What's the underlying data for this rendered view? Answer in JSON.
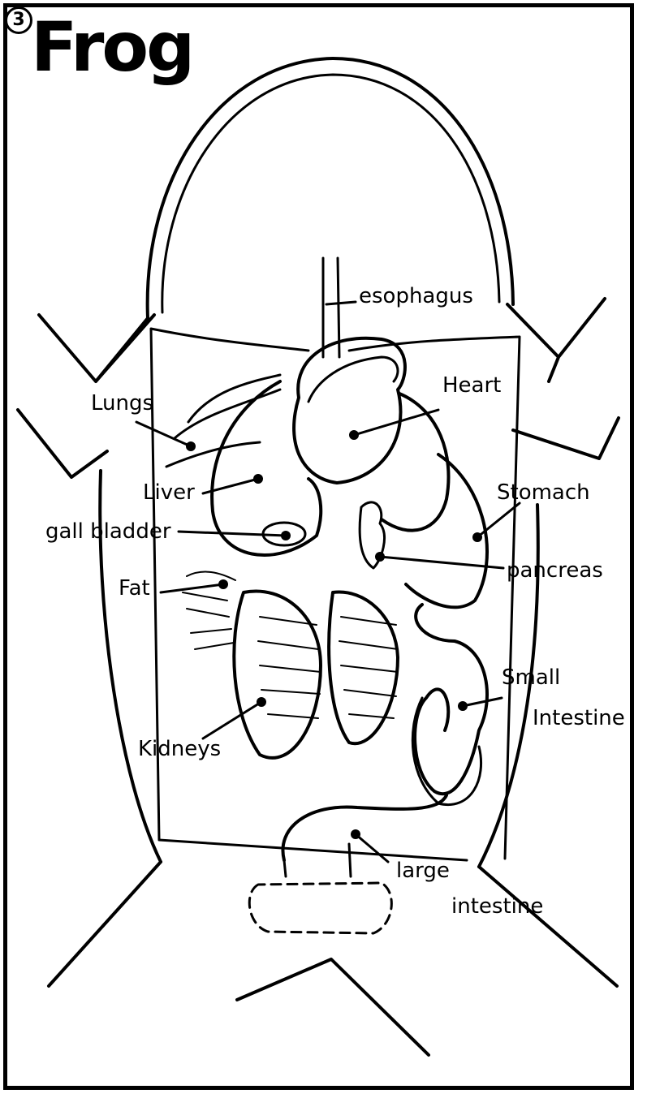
{
  "page_number": "3",
  "title": "Frog",
  "colors": {
    "ink": "#000000",
    "paper": "#ffffff"
  },
  "labels": {
    "esophagus": "esophagus",
    "heart": "Heart",
    "lungs": "Lungs",
    "liver": "Liver",
    "stomach": "Stomach",
    "gall_bladder": "gall bladder",
    "pancreas": "pancreas",
    "fat": "Fat",
    "small_intestine_1": "Small",
    "small_intestine_2": "Intestine",
    "kidneys": "Kidneys",
    "large_intestine_1": "large",
    "large_intestine_2": "intestine"
  }
}
